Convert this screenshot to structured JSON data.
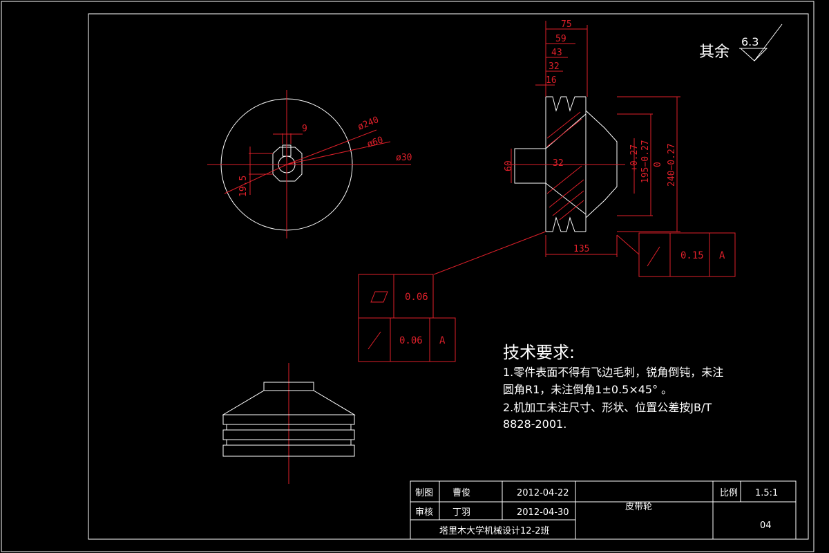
{
  "surface_roughness": {
    "label": "其余",
    "value": "6.3"
  },
  "front_view_dims": {
    "keyway_width": "9",
    "outer_diameter": "ø240",
    "hub_diameter": "ø60",
    "bore_diameter": "ø30",
    "key_depth": "19.5"
  },
  "section_view_dims": {
    "d75": "75",
    "d59": "59",
    "d43": "43",
    "d32": "32",
    "d16": "16",
    "d60": "60",
    "d32b": "32",
    "tol_upper": "+0.27",
    "tol_195": "195−0.27",
    "tol_zero": "0",
    "tol_240": "240−0.27",
    "d135": "135"
  },
  "tolerance_frames": {
    "runout_right": {
      "value": "0.15",
      "datum": "A"
    },
    "flatness": {
      "value": "0.06"
    },
    "runout_left": {
      "value": "0.06",
      "datum": "A"
    }
  },
  "tech_requirements": {
    "title": "技术要求:",
    "line1": "1.零件表面不得有飞边毛刺，锐角倒钝，未注",
    "line2": "圆角R1，未注倒角1±0.5×45° 。",
    "line3": "2.机加工未注尺寸、形状、位置公差按JB/T",
    "line4": "8828-2001."
  },
  "title_block": {
    "drawn_label": "制图",
    "drawn_name": "曹俊",
    "drawn_date": "2012-04-22",
    "review_label": "审核",
    "review_name": "丁羽",
    "review_date": "2012-04-30",
    "part_name": "皮带轮",
    "scale_label": "比例",
    "scale_value": "1.5:1",
    "drawing_number": "04",
    "school": "塔里木大学机械设计12-2班"
  }
}
